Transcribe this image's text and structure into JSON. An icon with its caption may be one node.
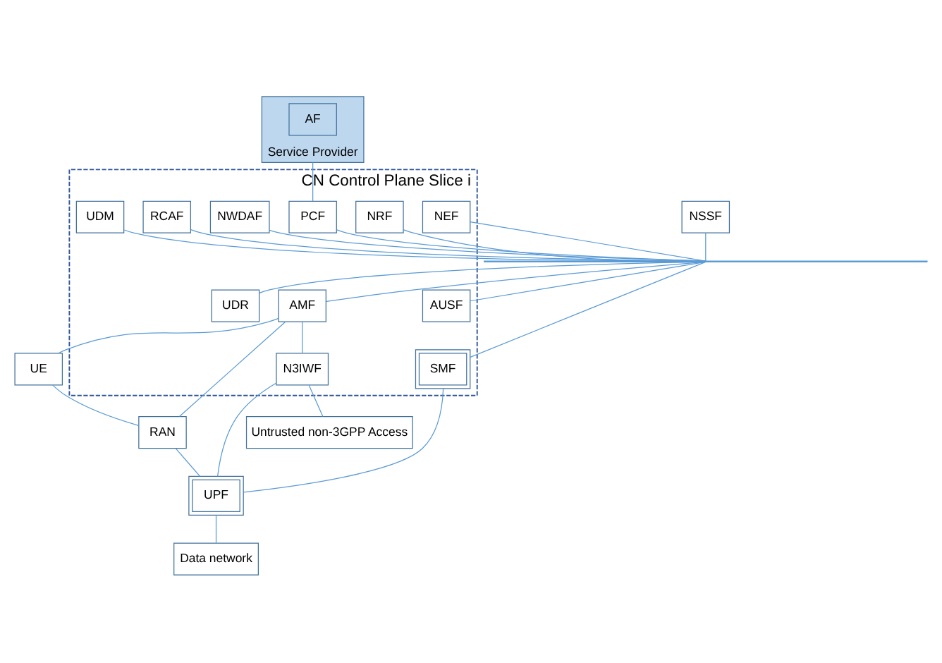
{
  "diagram": {
    "nodes": [
      {
        "text": [
          "Service Provider"
        ]
      },
      {
        "text": [
          "AF"
        ],
        "in": 0
      },
      {
        "text": [
          "CN Control Plane Slice i"
        ]
      },
      {
        "text": [
          "NEF"
        ],
        "in": 2
      },
      {
        "text": [
          "NRF"
        ],
        "in": 2
      },
      {
        "text": [
          "PCF"
        ],
        "in": 2
      },
      {
        "text": [
          "NWDAF"
        ],
        "in": 2
      },
      {
        "text": [
          "RCAF"
        ],
        "in": 2
      },
      {
        "text": [
          "UDM"
        ],
        "in": 2
      },
      {
        "text": [
          "NSSF"
        ]
      },
      {
        "text": [],
        "shape": "bar"
      },
      {
        "text": [
          "AUSF"
        ],
        "in": 2
      },
      {
        "text": [
          "AMF"
        ],
        "in": 2
      },
      {
        "text": [
          "SMF"
        ],
        "in": 2
      },
      {
        "text": [
          "UDR"
        ],
        "in": 2
      },
      {
        "text": [
          "N3IWF"
        ],
        "in": 2
      },
      {
        "text": [
          "UE"
        ]
      },
      {
        "text": [
          "RAN"
        ]
      },
      {
        "text": [
          "UPF"
        ]
      },
      {
        "text": [
          "Data network"
        ]
      },
      {
        "text": [
          "Untrusted non-3GPP Access"
        ]
      }
    ],
    "edges": [
      {
        "from": 0,
        "to": 5,
        "arrow": "none"
      },
      {
        "from": 3,
        "to": 10,
        "arrow": "none"
      },
      {
        "from": 4,
        "to": 10,
        "arrow": "none"
      },
      {
        "from": 5,
        "to": 10,
        "arrow": "none"
      },
      {
        "from": 6,
        "to": 10,
        "arrow": "none"
      },
      {
        "from": 7,
        "to": 10,
        "arrow": "none"
      },
      {
        "from": 8,
        "to": 10,
        "arrow": "none"
      },
      {
        "from": 9,
        "to": 10,
        "arrow": "none"
      },
      {
        "from": 10,
        "to": 11,
        "arrow": "none"
      },
      {
        "from": 10,
        "to": 12,
        "arrow": "none"
      },
      {
        "from": 10,
        "to": 13,
        "arrow": "none"
      },
      {
        "from": 10,
        "to": 14,
        "arrow": "none"
      },
      {
        "from": 12,
        "to": 16,
        "arrow": "none"
      },
      {
        "from": 12,
        "to": 17,
        "arrow": "none"
      },
      {
        "from": 12,
        "to": 15,
        "arrow": "none"
      },
      {
        "from": 13,
        "to": 18,
        "arrow": "none"
      },
      {
        "from": 15,
        "to": 18,
        "arrow": "none"
      },
      {
        "from": 15,
        "to": 20,
        "arrow": "none"
      },
      {
        "from": 16,
        "to": 17,
        "arrow": "none"
      },
      {
        "from": 17,
        "to": 18,
        "arrow": "none"
      },
      {
        "from": 18,
        "to": 19,
        "arrow": "none"
      }
    ]
  }
}
